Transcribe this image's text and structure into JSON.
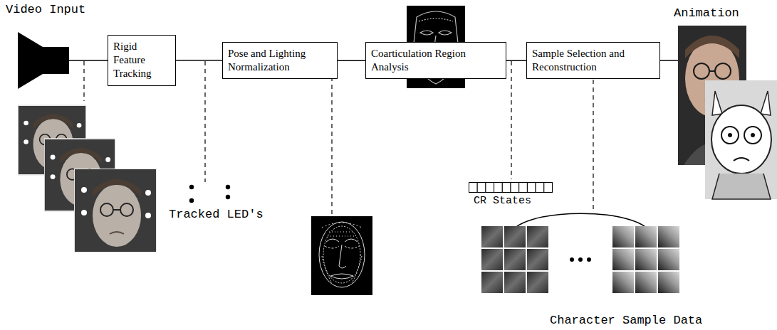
{
  "diagram": {
    "nodes": [
      {
        "text": [
          "Rigid Feature Tracking"
        ]
      },
      {
        "text": [
          "Pose and Lighting Normalization"
        ]
      },
      {
        "text": [
          "Coarticulation Region Analysis"
        ]
      },
      {
        "text": [
          "Sample Selection and Reconstruction"
        ]
      }
    ],
    "edges": [
      {
        "from": 0,
        "to": 1,
        "arrow": "none"
      },
      {
        "from": 1,
        "to": 2,
        "arrow": "none"
      },
      {
        "from": 2,
        "to": 3,
        "arrow": "none"
      }
    ],
    "labels": [
      "Video Input",
      "Tracked LED's",
      "CR States",
      "Animation",
      "Character Sample Data"
    ]
  }
}
